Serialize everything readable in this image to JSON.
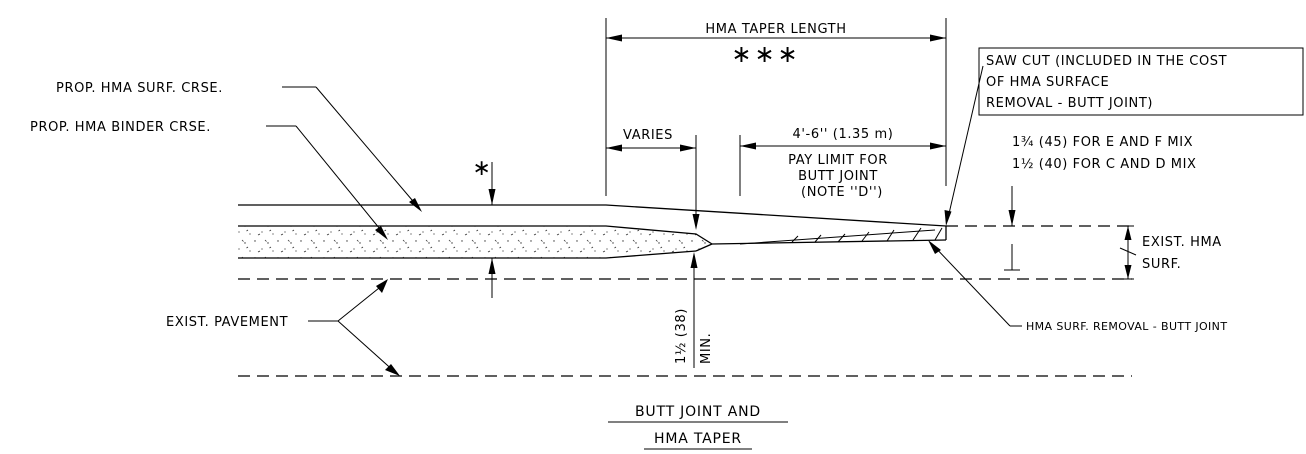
{
  "labels": {
    "taper_length": "HMA TAPER LENGTH",
    "taper_stars": "∗∗∗",
    "surf_crse": "PROP. HMA SURF. CRSE.",
    "binder_crse": "PROP. HMA BINDER CRSE.",
    "varies": "VARIES",
    "butt_length": "4'-6'' (1.35 m)",
    "pay_limit_1": "PAY LIMIT FOR",
    "pay_limit_2": "BUTT JOINT",
    "pay_limit_3": "(NOTE ''D'')",
    "saw_cut_1": "SAW CUT (INCLUDED IN THE COST",
    "saw_cut_2": "OF HMA SURFACE",
    "saw_cut_3": "REMOVAL - BUTT JOINT)",
    "mix_ef": "1¾ (45)  FOR E AND F MIX",
    "mix_cd": "1½ (40) FOR C AND D MIX",
    "star": "∗",
    "exist_hma_1": "EXIST. HMA",
    "exist_hma_2": "SURF.",
    "exist_pavement": "EXIST. PAVEMENT",
    "min_depth": "1½ (38)",
    "min_label": "MIN.",
    "removal": "HMA SURF. REMOVAL - BUTT JOINT",
    "title_1": "BUTT JOINT AND",
    "title_2": "HMA TAPER"
  }
}
